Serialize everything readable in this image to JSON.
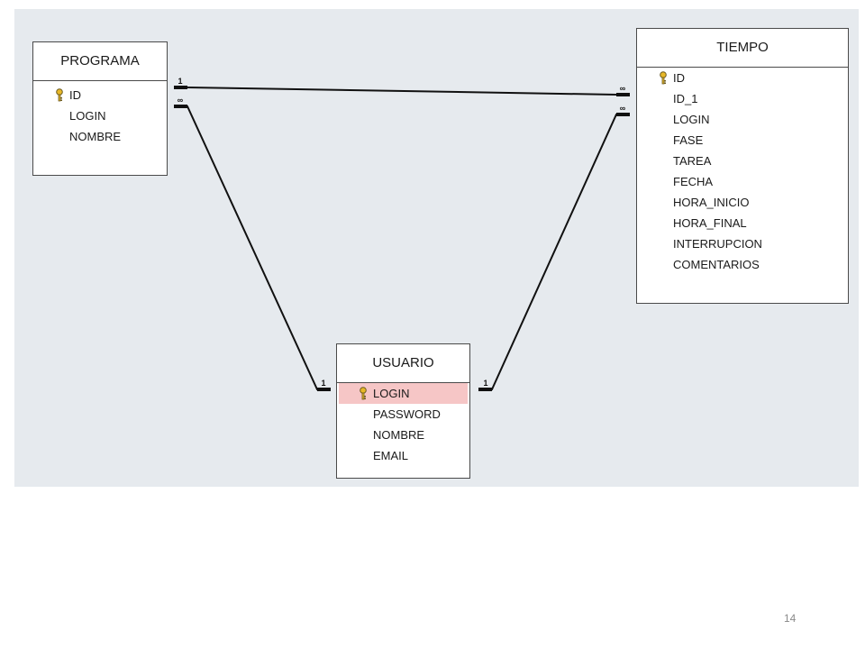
{
  "tables": {
    "programa": {
      "name": "PROGRAMA",
      "fields": [
        {
          "name": "ID",
          "pk": true
        },
        {
          "name": "LOGIN",
          "pk": false
        },
        {
          "name": "NOMBRE",
          "pk": false
        }
      ]
    },
    "tiempo": {
      "name": "TIEMPO",
      "fields": [
        {
          "name": "ID",
          "pk": true
        },
        {
          "name": "ID_1",
          "pk": false
        },
        {
          "name": "LOGIN",
          "pk": false
        },
        {
          "name": "FASE",
          "pk": false
        },
        {
          "name": "TAREA",
          "pk": false
        },
        {
          "name": "FECHA",
          "pk": false
        },
        {
          "name": "HORA_INICIO",
          "pk": false
        },
        {
          "name": "HORA_FINAL",
          "pk": false
        },
        {
          "name": "INTERRUPCION",
          "pk": false
        },
        {
          "name": "COMENTARIOS",
          "pk": false
        }
      ]
    },
    "usuario": {
      "name": "USUARIO",
      "fields": [
        {
          "name": "LOGIN",
          "pk": true,
          "selected": true
        },
        {
          "name": "PASSWORD",
          "pk": false
        },
        {
          "name": "NOMBRE",
          "pk": false
        },
        {
          "name": "EMAIL",
          "pk": false
        }
      ]
    }
  },
  "relationships": [
    {
      "from": "PROGRAMA",
      "to": "TIEMPO",
      "from_cardinality": "1",
      "to_cardinality": "∞"
    },
    {
      "from": "USUARIO",
      "to": "PROGRAMA",
      "from_cardinality": "1",
      "to_cardinality": "∞"
    },
    {
      "from": "USUARIO",
      "to": "TIEMPO",
      "from_cardinality": "1",
      "to_cardinality": "∞"
    }
  ],
  "footer": {
    "page_number": "14"
  },
  "colors": {
    "canvas": "#e6eaee",
    "selected_row": "#f6c6c6",
    "key_icon": "#e8b828"
  }
}
